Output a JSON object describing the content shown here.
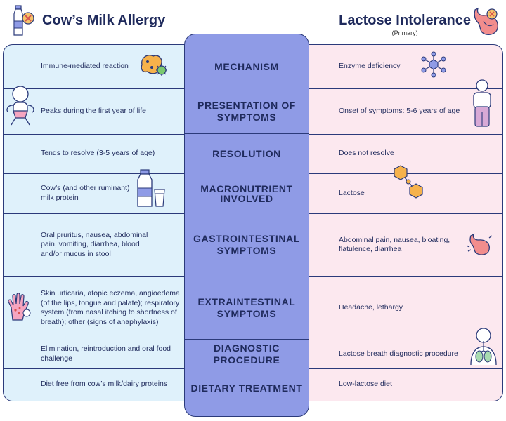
{
  "header": {
    "left_title": "Cow’s Milk Allergy",
    "right_title": "Lactose Intolerance",
    "right_subtitle": "(Primary)"
  },
  "rows": [
    {
      "category": "MECHANISM",
      "left": "Immune-mediated reaction",
      "right": "Enzyme deficiency"
    },
    {
      "category": "PRESENTATION OF SYMPTOMS",
      "left": "Peaks during the first year of life",
      "right": "Onset of symptoms: 5-6 years of age"
    },
    {
      "category": "RESOLUTION",
      "left": "Tends to resolve (3-5 years of age)",
      "right": "Does not resolve"
    },
    {
      "category": "MACRONUTRIENT INVOLVED",
      "left": "Cow’s (and other ruminant) milk protein",
      "right": "Lactose"
    },
    {
      "category": "GASTROINTESTINAL SYMPTOMS",
      "left": "Oral pruritus, nausea, abdominal pain, vomiting, diarrhea, blood and/or mucus in stool",
      "right": "Abdominal pain, nausea, bloating, flatulence, diarrhea"
    },
    {
      "category": "EXTRAINTESTINAL SYMPTOMS",
      "left": "Skin urticaria, atopic eczema, angioedema (of the lips, tongue and palate); respiratory system (from nasal itching to shortness of breath); other (signs of anaphylaxis)",
      "right": "Headache, lethargy"
    },
    {
      "category": "DIAGNOSTIC PROCEDURE",
      "left": "Elimination, reintroduction and oral food challenge",
      "right": "Lactose breath diagnostic procedure"
    },
    {
      "category": "DIETARY TREATMENT",
      "left": "Diet free from cow’s milk/dairy proteins",
      "right": "Low-lactose diet"
    }
  ],
  "colors": {
    "left_bg": "#dff1fb",
    "right_bg": "#fce8ef",
    "middle_bg": "#8f9be6",
    "outline": "#2b3a7a",
    "text": "#1f2a5c"
  },
  "icons": [
    "milk-bottle-crossed-icon",
    "stomach-crossed-icon",
    "virus-cell-icon",
    "enzyme-molecule-icon",
    "baby-icon",
    "child-icon",
    "milk-bottle-glass-icon",
    "lactose-molecule-icon",
    "stomach-pain-icon",
    "hand-rash-icon",
    "breath-test-icon"
  ]
}
